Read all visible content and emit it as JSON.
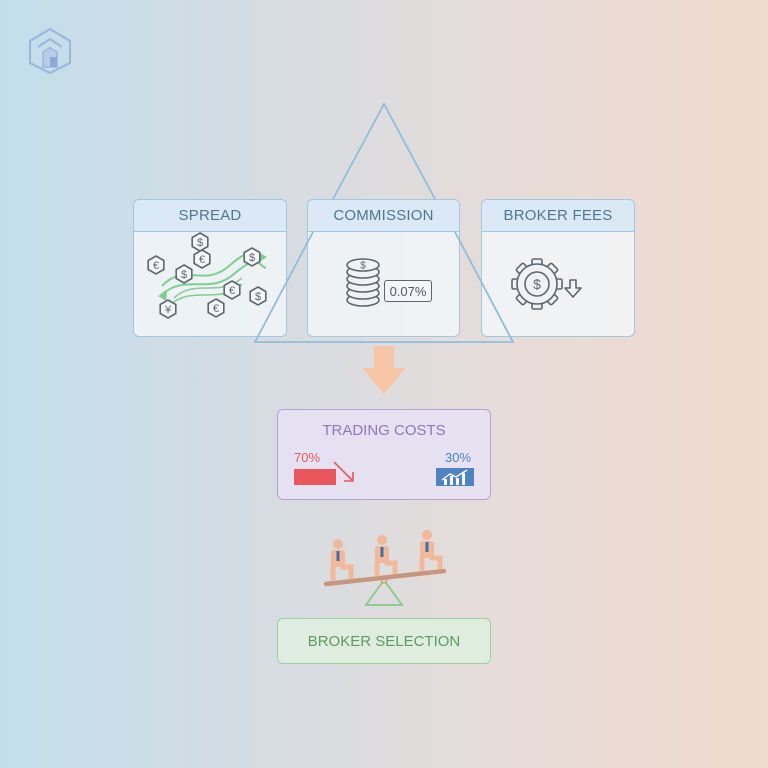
{
  "cards": {
    "spread": {
      "title": "SPREAD"
    },
    "commission": {
      "title": "COMMISSION",
      "rate": "0.07%"
    },
    "broker_fees": {
      "title": "BROKER FEES"
    }
  },
  "trading_costs": {
    "title": "TRADING COSTS",
    "left_percent": "70%",
    "right_percent": "30%"
  },
  "broker_selection": {
    "label": "BROKER SELECTION"
  },
  "spread_symbols": [
    "€",
    "$",
    "€",
    "$",
    "€",
    "$",
    "¥",
    "€",
    "$"
  ],
  "commission_coin_symbol": "$",
  "fees_gear_symbol": "$",
  "colors": {
    "card_border": "#9ec8e3",
    "card_title": "#4e7794",
    "costs_border": "#b6a2d9",
    "costs_title": "#8d78bf",
    "negative": "#e9575a",
    "positive": "#4f83c2",
    "selection_border": "#9fd1a2",
    "selection_text": "#5e9b62",
    "arrow": "#f6c6a6",
    "seesaw": "#c6967e",
    "fulcrum": "#8fca93"
  },
  "icons": [
    "logo-icon",
    "currency-exchange-icon",
    "coin-stack-icon",
    "gear-dollar-icon",
    "down-arrow-icon",
    "chart-up-icon",
    "seesaw-people-icon"
  ]
}
